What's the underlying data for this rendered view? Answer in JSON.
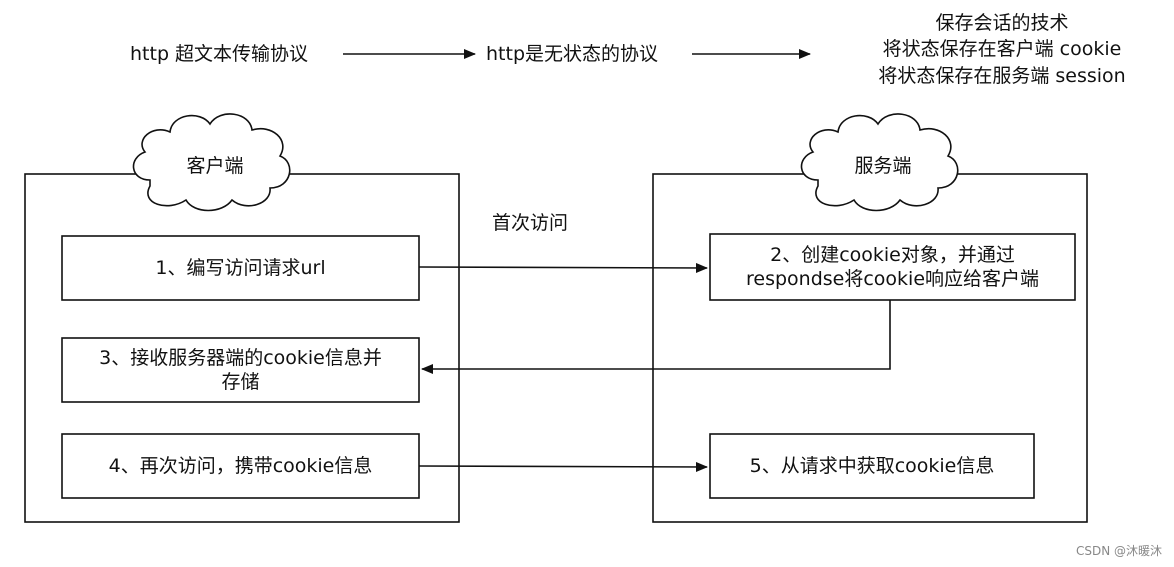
{
  "flow": {
    "step1": "http 超文本传输协议",
    "step2": "http是无状态的协议",
    "session_tech": {
      "line1": "保存会话的技术",
      "line2": "将状态保存在客户端  cookie",
      "line3": "将状态保存在服务端  session"
    }
  },
  "client": {
    "title": "客户端",
    "box1": "1、编写访问请求url",
    "box3_line1": "3、接收服务器端的cookie信息并",
    "box3_line2": "存储",
    "box4": "4、再次访问，携带cookie信息"
  },
  "server": {
    "title": "服务端",
    "box2_line1": "2、创建cookie对象，并通过",
    "box2_line2": "respondse将cookie响应给客户端",
    "box5": "5、从请求中获取cookie信息"
  },
  "first_visit_label": "首次访问",
  "watermark": "CSDN @沐暖沐"
}
